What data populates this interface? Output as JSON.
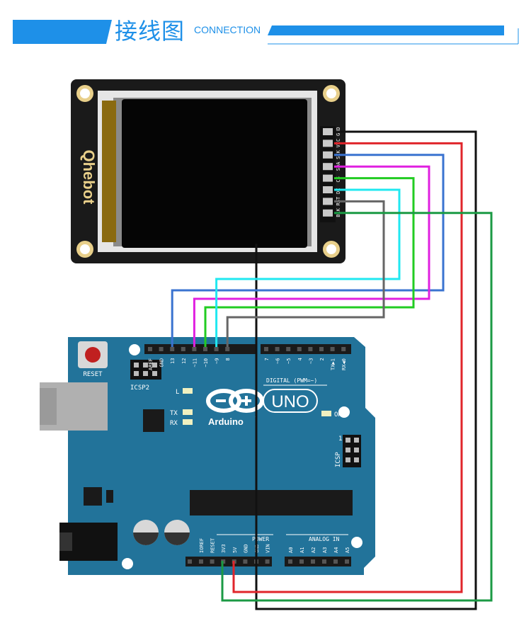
{
  "header": {
    "title": "接线图",
    "subtitle": "CONNECTION"
  },
  "colors": {
    "accent": "#1e90e8",
    "board": "#22739a",
    "wire_red": "#e0252b",
    "wire_black": "#111111",
    "wire_blue": "#3a73d0",
    "wire_magenta": "#e020e0",
    "wire_green": "#22cc22",
    "wire_cyan": "#20e8f0",
    "wire_gray": "#666666",
    "wire_dkgreen": "#1b9a44"
  },
  "display_module": {
    "brand": "Qhebot",
    "pin_labels": [
      "GND",
      "VCC",
      "SCK",
      "SDA",
      "CS",
      "DC",
      "RST",
      "BLK"
    ]
  },
  "arduino": {
    "reset_label": "RESET",
    "icsp2_label": "ICSP2",
    "icsp_label": "ICSP",
    "l_label": "L",
    "tx_label": "TX",
    "rx_label": "RX",
    "on_label": "ON",
    "uno_label": "UNO",
    "brand": "Arduino",
    "tm": "™",
    "digital_label": "DIGITAL (PWM=~)",
    "power_label": "POWER",
    "analog_label": "ANALOG IN",
    "icsp_pin1": "1",
    "digital_pins_left": [
      "AREF",
      "GND",
      "13",
      "12",
      "~11",
      "~10",
      "~9",
      "8"
    ],
    "digital_pins_right": [
      "7",
      "~6",
      "~5",
      "4",
      "~3",
      "2",
      "TX▶1",
      "RX◀0"
    ],
    "power_pins": [
      "IOREF",
      "RESET",
      "3V3",
      "5V",
      "GND",
      "GND",
      "VIN"
    ],
    "analog_pins": [
      "A0",
      "A1",
      "A2",
      "A3",
      "A4",
      "A5"
    ]
  }
}
